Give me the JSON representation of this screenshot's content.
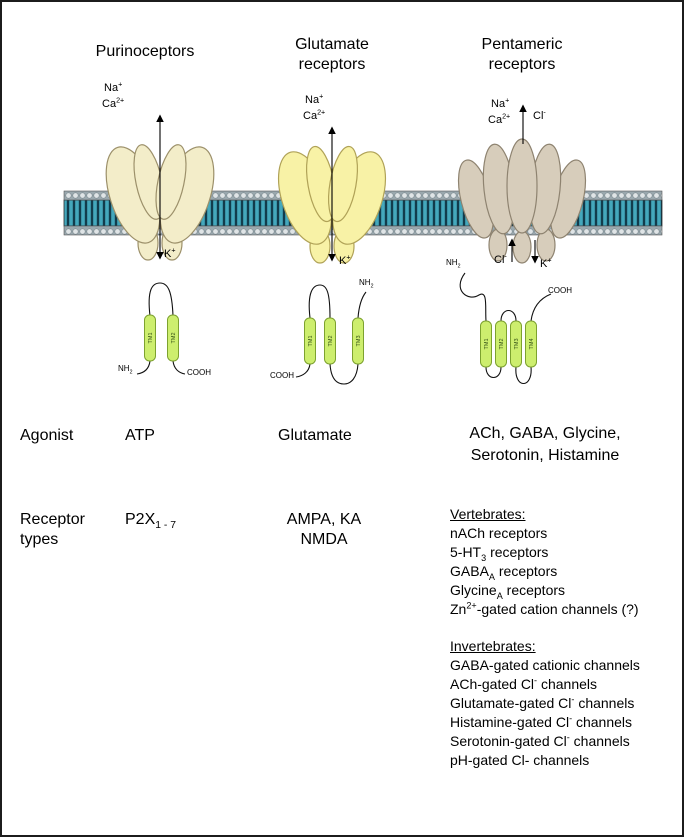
{
  "colors": {
    "purinoceptor": "#f3edc9",
    "glutamate_receptor": "#f8f2a6",
    "pentameric_receptor": "#d7cdbb",
    "tm_helix": "#cdee6e",
    "membrane_teal": "#44a8bc",
    "membrane_dark": "#123c4c"
  },
  "titles": {
    "col1": "Purinoceptors",
    "col2_line1": "Glutamate",
    "col2_line2": "receptors",
    "col3_line1": "Pentameric",
    "col3_line2": "receptors"
  },
  "ions": {
    "na": {
      "base": "Na",
      "sup": "+"
    },
    "ca": {
      "base": "Ca",
      "sup": "2+"
    },
    "cl": {
      "base": "Cl",
      "sup": "-"
    },
    "k": {
      "base": "K",
      "sup": "+"
    },
    "nh2": {
      "base": "NH",
      "sub": "2"
    },
    "cooh": "COOH"
  },
  "tm_labels": [
    "TM1",
    "TM2",
    "TM3",
    "TM4"
  ],
  "agonist": {
    "row_label": "Agonist",
    "col1": "ATP",
    "col2": "Glutamate",
    "col3_line1": "ACh, GABA, Glycine,",
    "col3_line2": "Serotonin, Histamine"
  },
  "receptor_types": {
    "row_label_line1": "Receptor",
    "row_label_line2": "types",
    "col1": {
      "base": "P2X",
      "sub": "1 - 7"
    },
    "col2_line1": "AMPA, KA",
    "col2_line2": "NMDA",
    "vertebrates": {
      "heading": "Vertebrates:",
      "items": [
        {
          "pre": "nACh receptors"
        },
        {
          "pre": "5-HT",
          "sub": "3",
          "post": " receptors"
        },
        {
          "pre": "GABA",
          "sub": "A",
          "post": " receptors"
        },
        {
          "pre": "Glycine",
          "sub": "A",
          "post": " receptors"
        },
        {
          "pre": "Zn",
          "sup": "2+",
          "post": "-gated cation channels (?)"
        }
      ]
    },
    "invertebrates": {
      "heading": "Invertebrates:",
      "items": [
        {
          "pre": "GABA-gated cationic channels"
        },
        {
          "pre": "ACh-gated Cl",
          "sup": "-",
          "post": " channels"
        },
        {
          "pre": "Glutamate-gated Cl",
          "sup": "-",
          "post": " channels"
        },
        {
          "pre": "Histamine-gated Cl",
          "sup": "-",
          "post": " channels"
        },
        {
          "pre": "Serotonin-gated Cl",
          "sup": "-",
          "post": " channels"
        },
        {
          "pre": "pH-gated Cl- channels"
        }
      ]
    }
  }
}
